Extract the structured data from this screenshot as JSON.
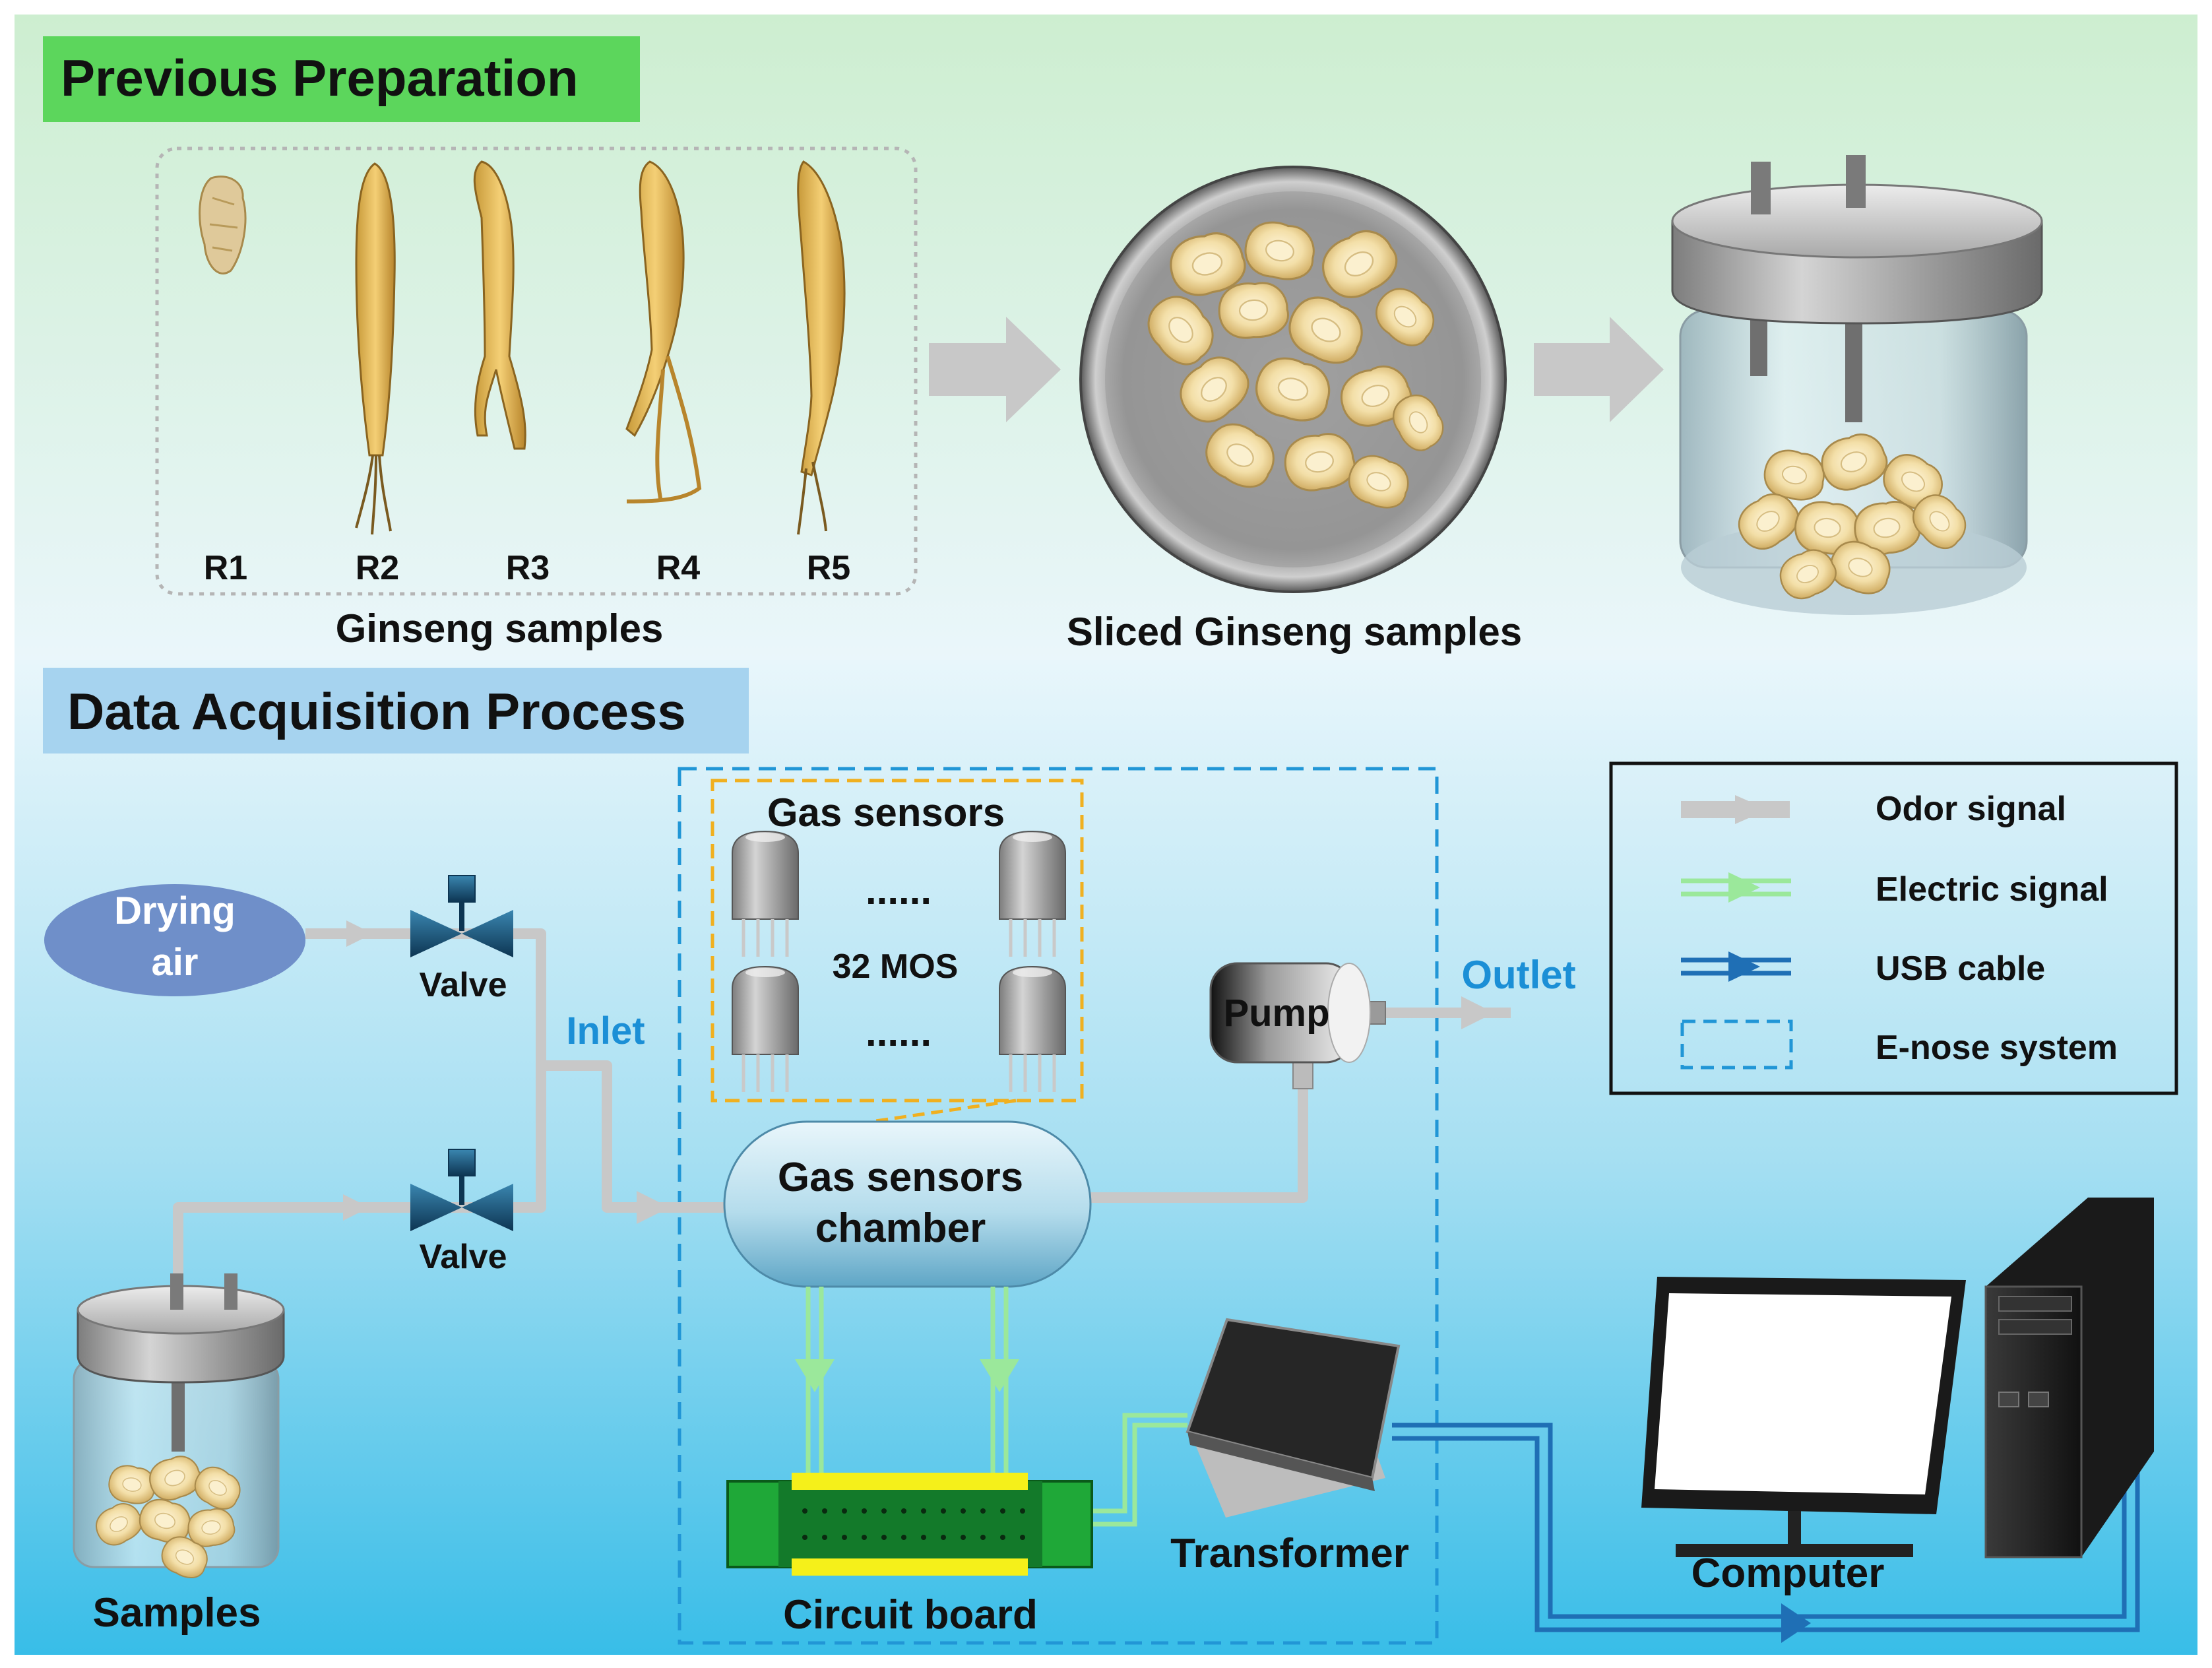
{
  "sections": {
    "preparation_title": "Previous Preparation",
    "acquisition_title": "Data Acquisition Process"
  },
  "preparation": {
    "sample_labels": [
      "R1",
      "R2",
      "R3",
      "R4",
      "R5"
    ],
    "ginseng_caption": "Ginseng samples",
    "sliced_caption": "Sliced Ginseng samples"
  },
  "acquisition": {
    "drying_air": [
      "Drying",
      "air"
    ],
    "valve_top": "Valve",
    "valve_bottom": "Valve",
    "inlet": "Inlet",
    "gas_sensors": "Gas sensors",
    "ellipsis": "......",
    "mos": "32 MOS",
    "pump": "Pump",
    "outlet": "Outlet",
    "chamber": [
      "Gas sensors",
      "chamber"
    ],
    "circuit_board": "Circuit board",
    "transformer": "Transformer",
    "computer": "Computer",
    "samples": "Samples"
  },
  "legend": {
    "items": [
      "Odor signal",
      "Electric signal",
      "USB cable",
      "E-nose system"
    ]
  },
  "colors": {
    "prep_header": "#5cd65c",
    "acq_header": "#a6d3ef",
    "odor": "#c8c8c8",
    "electric": "#9be89b",
    "usb": "#1f6fb5",
    "enose": "#2196d6",
    "gas_box": "#f0b020",
    "drying_air": "#6f8fc9",
    "accent_text": "#1b8fd6"
  }
}
